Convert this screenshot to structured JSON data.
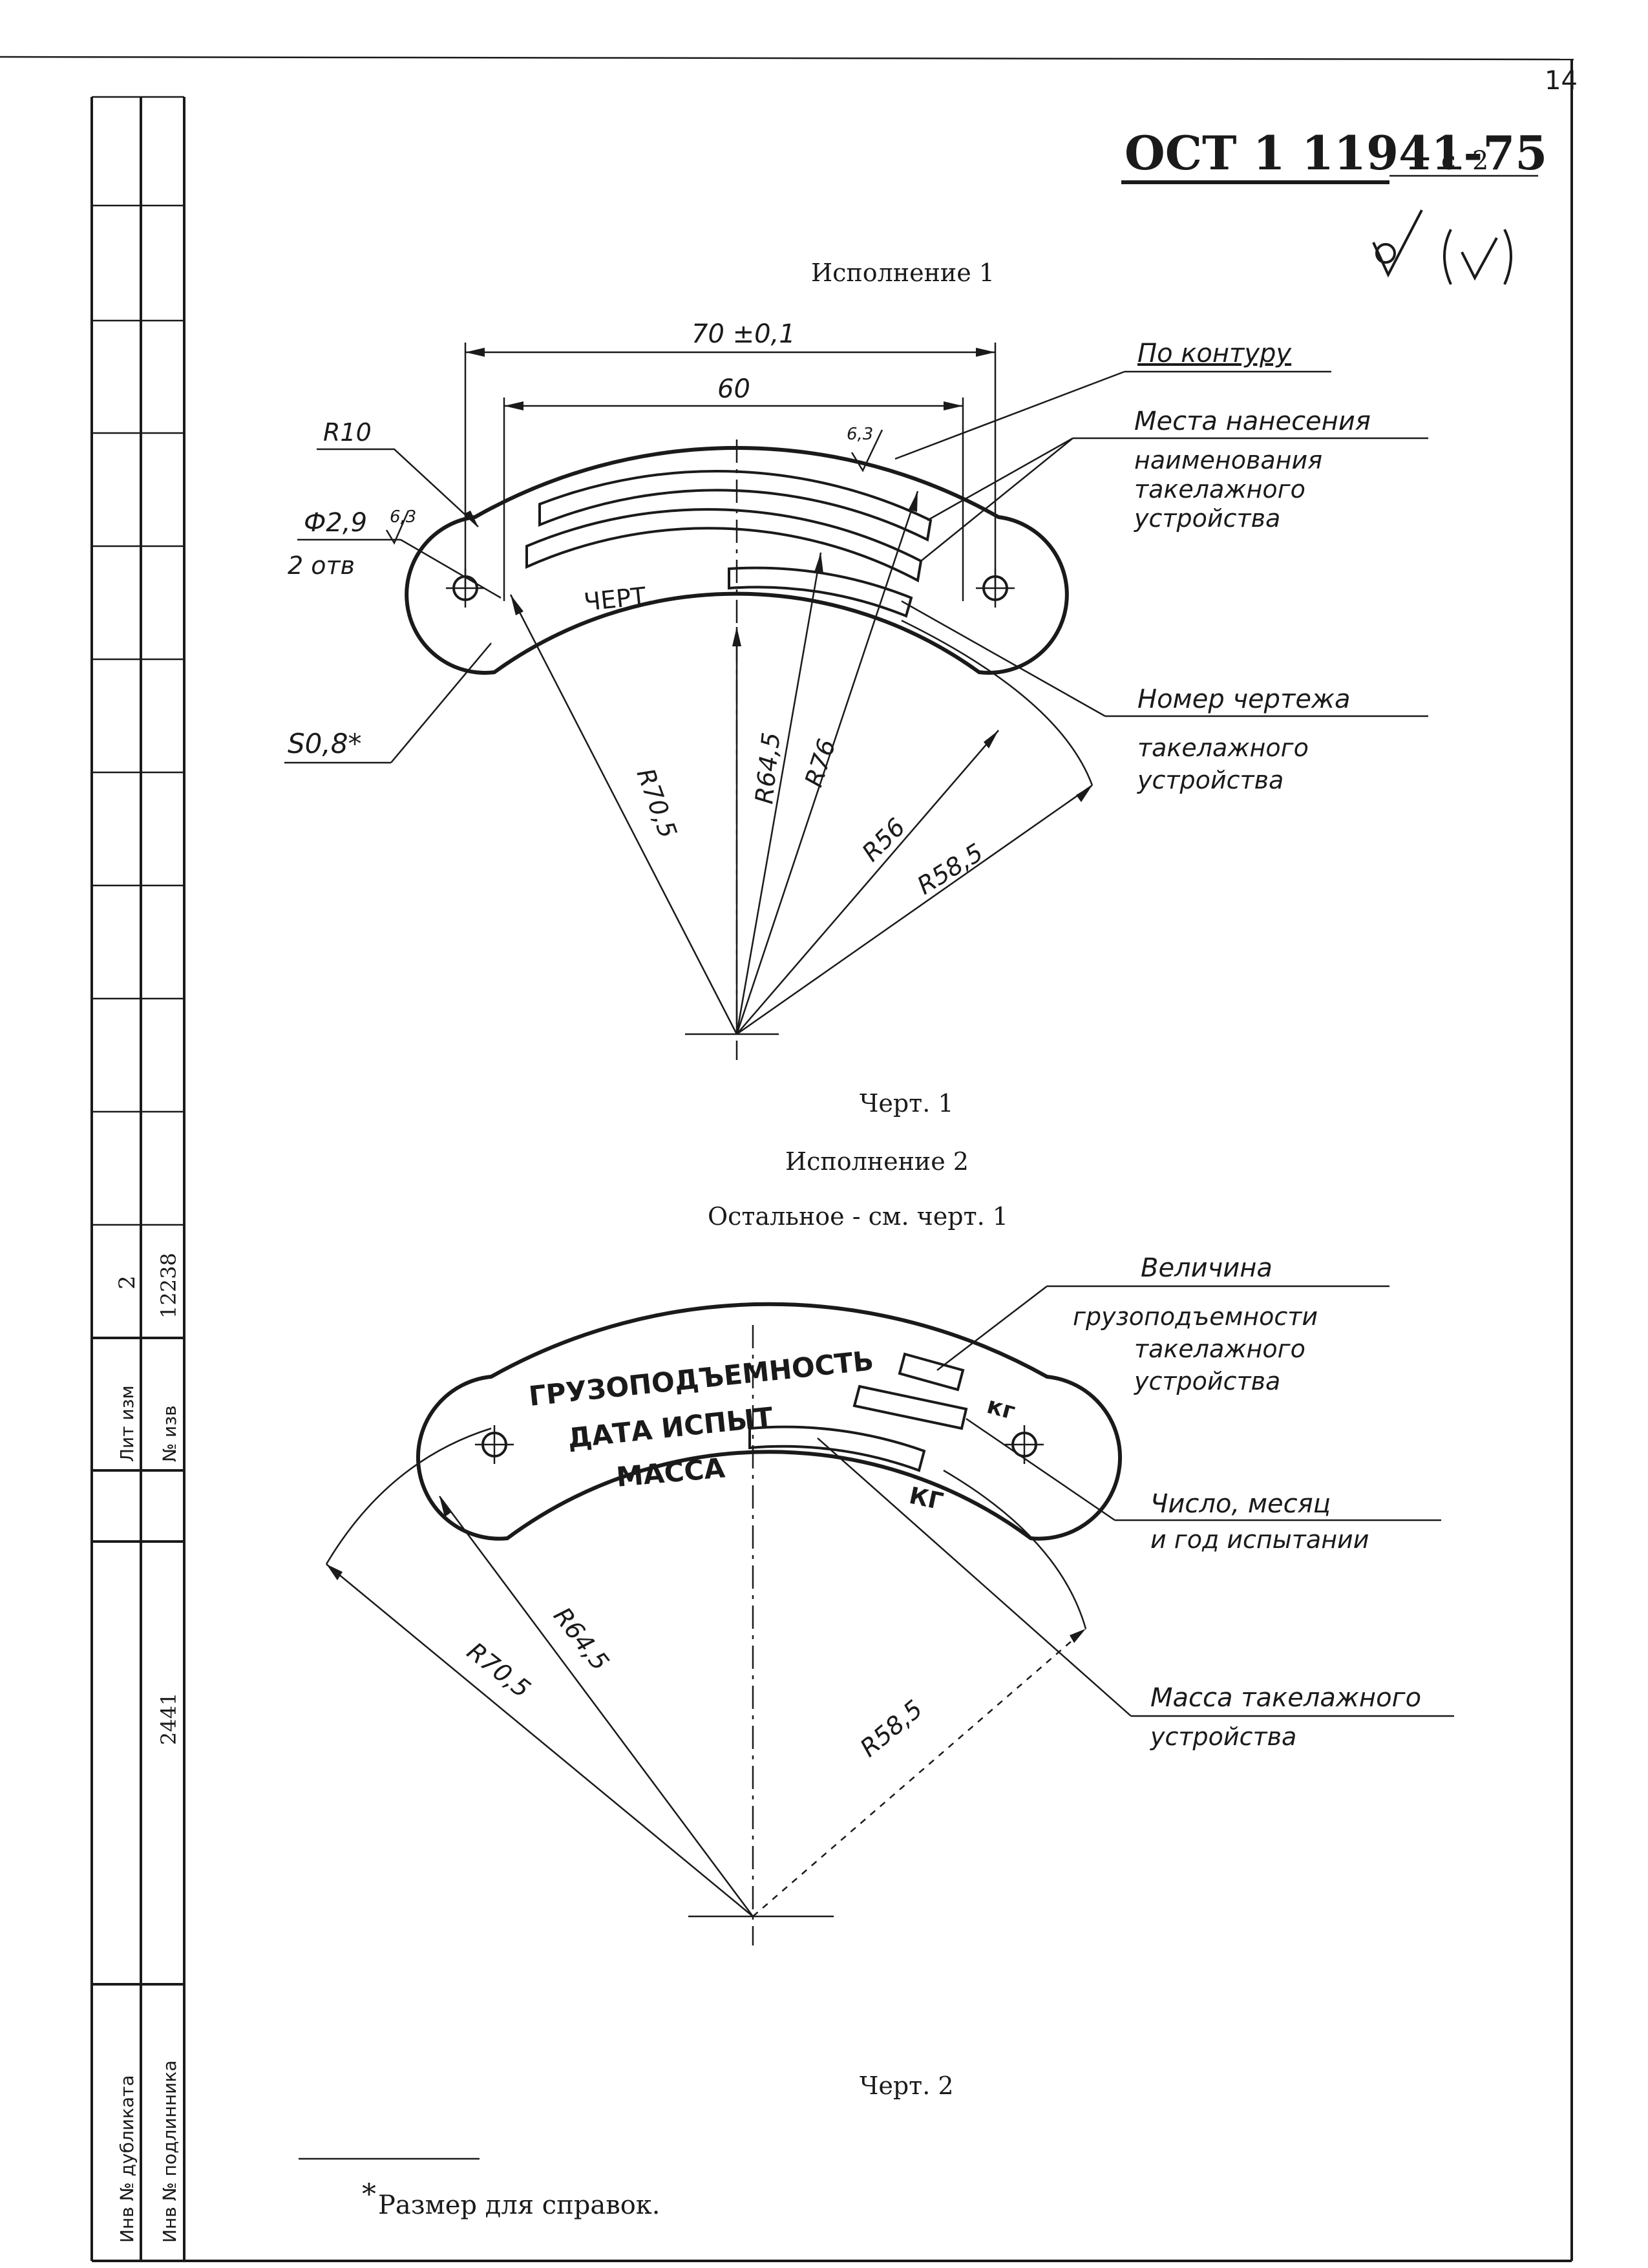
{
  "header": {
    "sheet_number": "14",
    "standard": "ОСТ 1 11941-75",
    "page": "с. 2",
    "roughness_left": "✓",
    "roughness_right": "(✓)"
  },
  "figure1": {
    "heading": "Исполнение 1",
    "dim_70": "70 ±0,1",
    "dim_60": "60",
    "r10": "R10",
    "hole_dia": "Ф2,9",
    "hole_count": "2 отв",
    "rough_6_3_a": "6,3",
    "rough_6_3_b": "6,3",
    "thickness": "S0,8*",
    "chert_text": "ЧЕРТ.",
    "r70_5": "R70,5",
    "r64_5": "R64,5",
    "r76": "R76",
    "r56": "R56",
    "r58_5": "R58,5",
    "note_contour": "По контуру",
    "note_name_1": "Места нанесения",
    "note_name_2": "наименования",
    "note_name_3": "такелажного",
    "note_name_4": "устройства",
    "note_num_1": "Номер чертежа",
    "note_num_2": "такелажного",
    "note_num_3": "устройства",
    "caption": "Черт. 1"
  },
  "figure2": {
    "heading": "Исполнение 2",
    "subheading": "Остальное - см. черт. 1",
    "plate_line1": "ГРУЗОПОДЪЕМНОСТЬ",
    "plate_line2": "ДАТА ИСПЫТ",
    "plate_line3": "МАССА",
    "kg1": "кг",
    "kg2": "КГ",
    "r70_5": "R70,5",
    "r64_5": "R64,5",
    "r58_5": "R58,5",
    "note_cap_1": "Величина",
    "note_cap_2": "грузоподъемности",
    "note_cap_3": "такелажного",
    "note_cap_4": "устройства",
    "note_date_1": "Число, месяц",
    "note_date_2": "и год испытании",
    "note_mass_1": "Масса такелажного",
    "note_mass_2": "устройства",
    "caption": "Черт. 2"
  },
  "footnote": {
    "mark": "*",
    "text": "Размер для справок."
  },
  "side_stamp": {
    "lit_izm": "Лит изм",
    "no_izv": "№ изв",
    "rev": "2",
    "notice": "12238",
    "inv_dubl": "Инв № дубликата",
    "inv_podl": "Инв № подлинника",
    "podl_num": "2441"
  }
}
